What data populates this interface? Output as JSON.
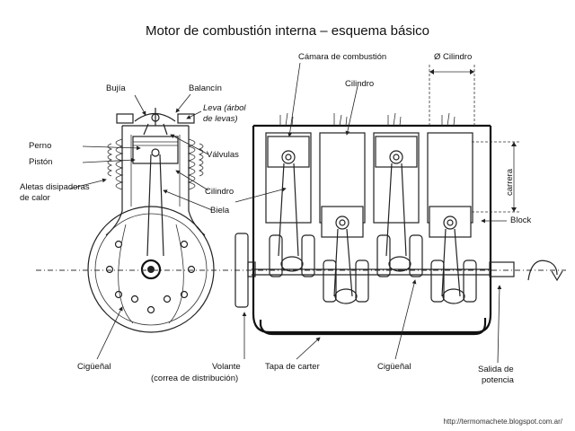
{
  "title": "Motor de combustión interna  –  esquema básico",
  "labels": {
    "bujia": "Bujía",
    "balancin": "Balancín",
    "leva_1": "Leva  (árbol",
    "leva_2": "de levas)",
    "perno": "Perno",
    "piston": "Pistón",
    "valvulas": "Válvulas",
    "aletas_1": "Aletas disipadoras",
    "aletas_2": "de calor",
    "cilindro_left": "Cilindro",
    "biela": "Biela",
    "camara": "Cámara de combustión",
    "cilindro_top": "Cilindro",
    "diam_cilindro": "Ø Cilindro",
    "carrera": "carrera",
    "block": "Block",
    "ciguenal_left": "Cigüeñal",
    "volante_1": "Volante",
    "volante_2": "(correa de distribución)",
    "tapa_carter": "Tapa de carter",
    "ciguenal_right": "Cigüeñal",
    "salida_1": "Salida de",
    "salida_2": "potencia"
  },
  "url": "http://termomachete.blogspot.com.ar/",
  "icons": {
    "rotation": "curved-arrow-icon"
  }
}
